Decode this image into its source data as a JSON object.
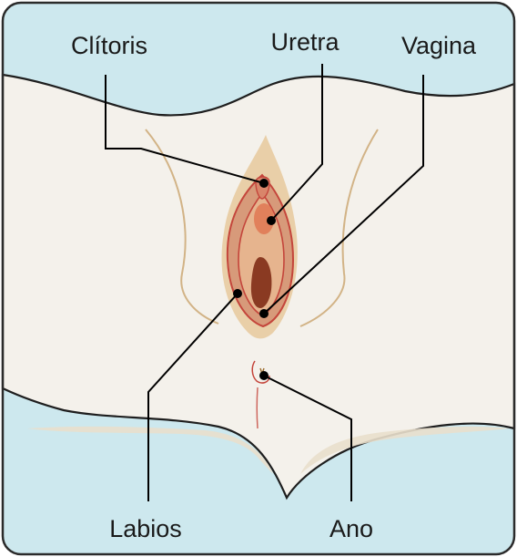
{
  "labels": {
    "clitoris": "Clítoris",
    "uretra": "Uretra",
    "vagina": "Vagina",
    "labios": "Labios",
    "ano": "Ano"
  },
  "colors": {
    "frame_bg": "#cde8ee",
    "frame_border": "#2b2b2b",
    "skin": "#f4f1eb",
    "skin_shadow": "#e9dfcc",
    "skin_outline": "#1e1e1e",
    "crease": "#c9a46d",
    "vulva_outer": "#e9cfa8",
    "vulva_mid": "#d79a7a",
    "vulva_inner": "#e6b48e",
    "vulva_red": "#c4453b",
    "opening": "#8a3a22",
    "urethra": "#e07a55",
    "leader": "#000000"
  }
}
